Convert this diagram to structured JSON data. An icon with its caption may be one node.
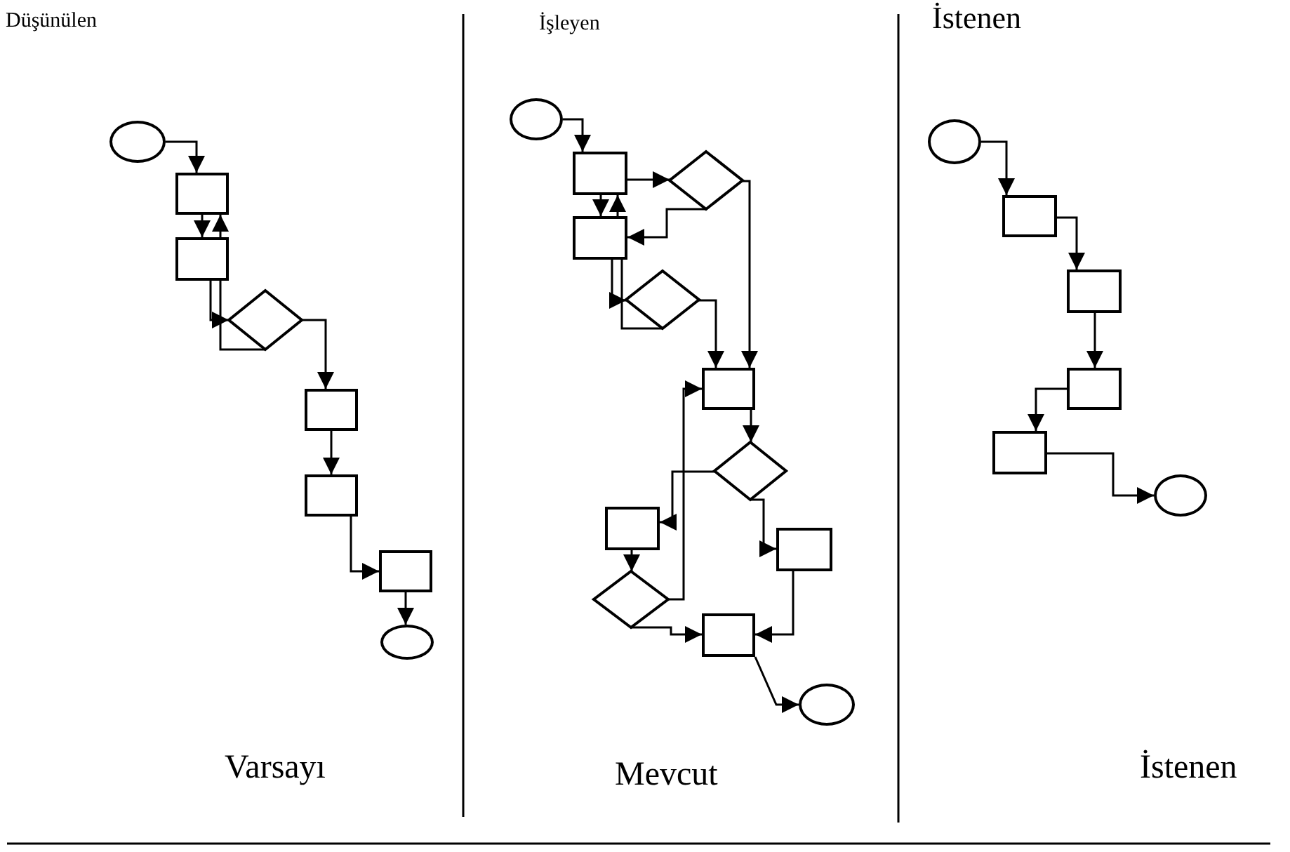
{
  "diagram": {
    "nodes": [
      {
        "text": [],
        "shape": "circle"
      },
      {
        "text": [],
        "shape": "box"
      },
      {
        "text": [],
        "shape": "box"
      },
      {
        "text": [],
        "shape": "diamond"
      },
      {
        "text": [],
        "shape": "box"
      },
      {
        "text": [],
        "shape": "box"
      },
      {
        "text": [],
        "shape": "box"
      },
      {
        "text": [],
        "shape": "circle"
      },
      {
        "text": [],
        "shape": "circle"
      },
      {
        "text": [],
        "shape": "box"
      },
      {
        "text": [],
        "shape": "diamond"
      },
      {
        "text": [],
        "shape": "box"
      },
      {
        "text": [],
        "shape": "diamond"
      },
      {
        "text": [],
        "shape": "box"
      },
      {
        "text": [],
        "shape": "diamond"
      },
      {
        "text": [],
        "shape": "box"
      },
      {
        "text": [],
        "shape": "box"
      },
      {
        "text": [],
        "shape": "diamond"
      },
      {
        "text": [],
        "shape": "box"
      },
      {
        "text": [],
        "shape": "circle"
      },
      {
        "text": [],
        "shape": "circle"
      },
      {
        "text": [],
        "shape": "box"
      },
      {
        "text": [],
        "shape": "box"
      },
      {
        "text": [],
        "shape": "box"
      },
      {
        "text": [],
        "shape": "box"
      },
      {
        "text": [],
        "shape": "circle"
      }
    ],
    "edges": [
      {
        "from": 0,
        "to": 1,
        "arrow": "to"
      },
      {
        "from": 1,
        "to": 2,
        "arrow": "to"
      },
      {
        "from": 2,
        "to": 1,
        "arrow": "to"
      },
      {
        "from": 2,
        "to": 3,
        "arrow": "to"
      },
      {
        "from": 3,
        "to": 2,
        "arrow": "none"
      },
      {
        "from": 3,
        "to": 4,
        "arrow": "to"
      },
      {
        "from": 4,
        "to": 5,
        "arrow": "to"
      },
      {
        "from": 5,
        "to": 6,
        "arrow": "to"
      },
      {
        "from": 6,
        "to": 7,
        "arrow": "to"
      },
      {
        "from": 8,
        "to": 9,
        "arrow": "to"
      },
      {
        "from": 9,
        "to": 10,
        "arrow": "to"
      },
      {
        "from": 10,
        "to": 11,
        "arrow": "to"
      },
      {
        "from": 9,
        "to": 11,
        "arrow": "to"
      },
      {
        "from": 11,
        "to": 9,
        "arrow": "to"
      },
      {
        "from": 11,
        "to": 12,
        "arrow": "to"
      },
      {
        "from": 12,
        "to": 11,
        "arrow": "none"
      },
      {
        "from": 12,
        "to": 13,
        "arrow": "to"
      },
      {
        "from": 10,
        "to": 13,
        "arrow": "to"
      },
      {
        "from": 13,
        "to": 14,
        "arrow": "to"
      },
      {
        "from": 14,
        "to": 15,
        "arrow": "to"
      },
      {
        "from": 14,
        "to": 16,
        "arrow": "to"
      },
      {
        "from": 15,
        "to": 17,
        "arrow": "to"
      },
      {
        "from": 17,
        "to": 13,
        "arrow": "to"
      },
      {
        "from": 17,
        "to": 18,
        "arrow": "to"
      },
      {
        "from": 16,
        "to": 18,
        "arrow": "to"
      },
      {
        "from": 18,
        "to": 19,
        "arrow": "to"
      },
      {
        "from": 20,
        "to": 21,
        "arrow": "to"
      },
      {
        "from": 21,
        "to": 22,
        "arrow": "to"
      },
      {
        "from": 22,
        "to": 23,
        "arrow": "to"
      },
      {
        "from": 23,
        "to": 24,
        "arrow": "to"
      },
      {
        "from": 24,
        "to": 25,
        "arrow": "to"
      }
    ],
    "labels": [
      "Düşünülen",
      "İşleyen",
      "İstenen",
      "Varsayı",
      "Mevcut",
      "İstenen"
    ]
  }
}
